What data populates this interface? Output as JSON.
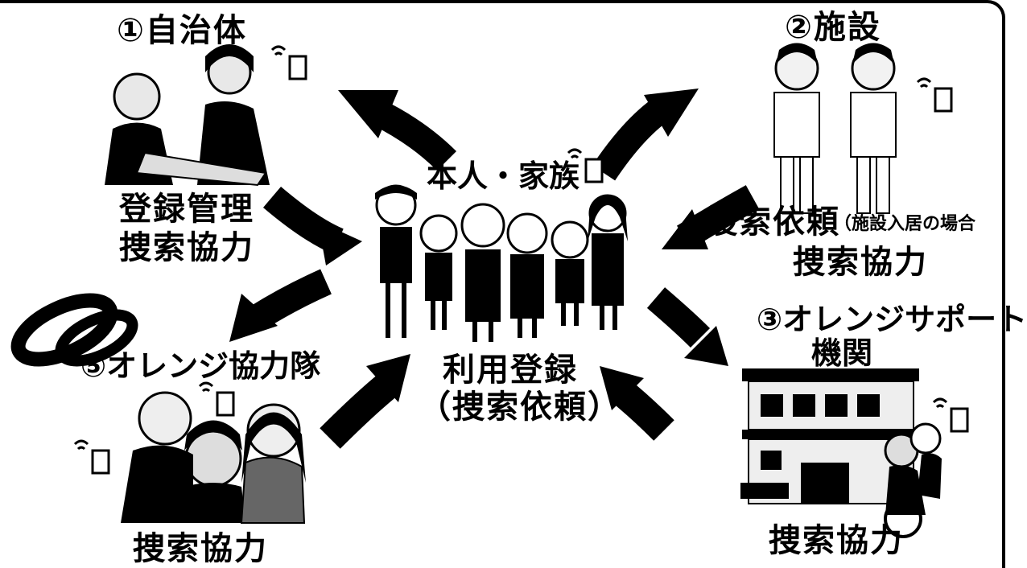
{
  "nodes": {
    "municipality": {
      "title": "①自治体",
      "line1": "登録管理",
      "line2": "捜索協力"
    },
    "facility": {
      "title": "②施設",
      "request": "捜索依頼",
      "note": "（施設入居の場合",
      "line2": "捜索協力"
    },
    "support": {
      "title1": "③オレンジサポート",
      "title2": "機関",
      "line": "捜索協力"
    },
    "team": {
      "title": "⑤オレンジ協力隊",
      "line": "捜索協力"
    },
    "center": {
      "title": "本人・家族",
      "line1": "利用登録",
      "line2": "（捜索依頼）"
    }
  },
  "colors": {
    "arrow": "#000000",
    "text": "#000000",
    "background": "#ffffff"
  }
}
